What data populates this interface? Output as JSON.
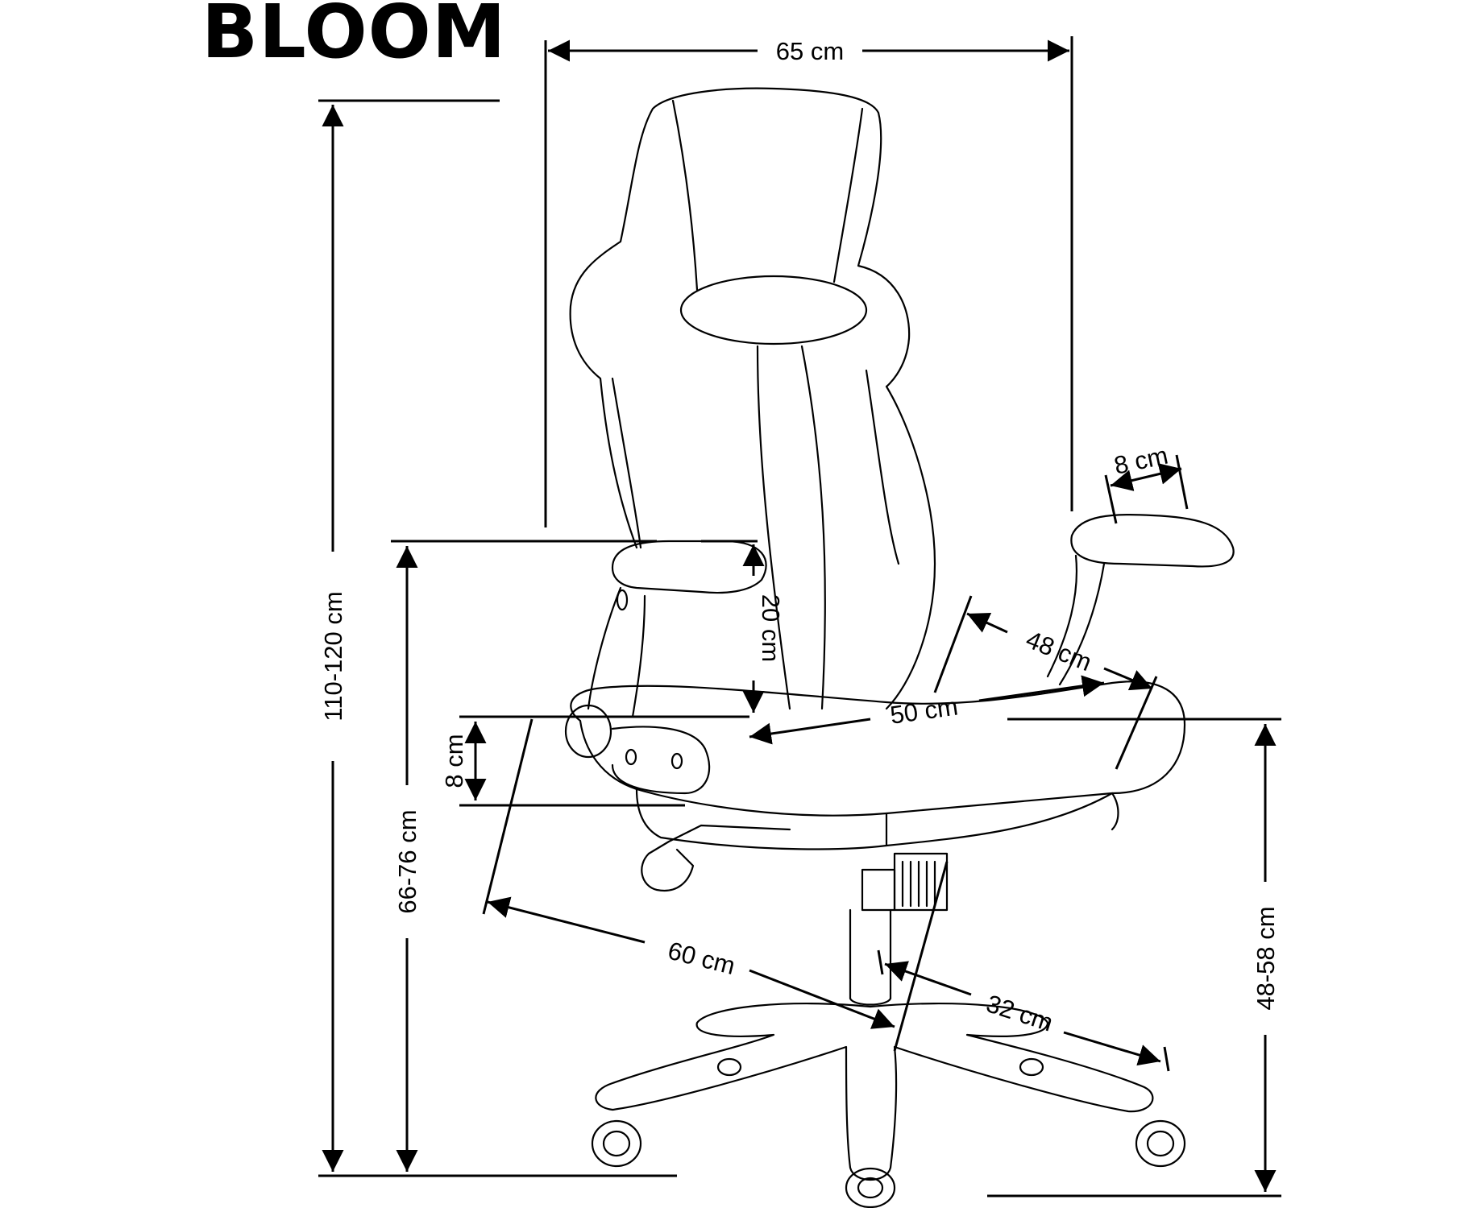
{
  "title": "BLOOM",
  "dimensions": {
    "overall_width": "65 cm",
    "overall_height": "110-120 cm",
    "armrest_height": "66-76 cm",
    "armrest_adjust": "20 cm",
    "seat_thickness": "8 cm",
    "seat_height": "48-58 cm",
    "armrest_width": "8 cm",
    "seat_depth": "48 cm",
    "seat_width": "50 cm",
    "base_diameter": "60 cm",
    "base_radius": "32 cm"
  }
}
